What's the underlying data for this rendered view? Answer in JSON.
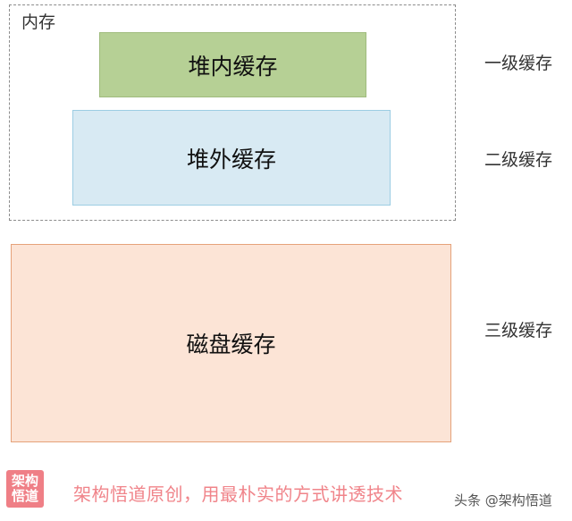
{
  "diagram": {
    "memory_label": "内存",
    "boxes": {
      "heap": "堆内缓存",
      "offheap": "堆外缓存",
      "disk": "磁盘缓存"
    },
    "levels": [
      "一级缓存",
      "二级缓存",
      "三级缓存"
    ]
  },
  "footer": {
    "logo_text": "架构悟道",
    "slogan": "架构悟道原创，用最朴实的方式讲透技术",
    "credit": "头条 @架构悟道"
  },
  "colors": {
    "heap": "#b6d095",
    "offheap": "#d8eaf3",
    "disk": "#fce4d6",
    "disk_border": "#e5a27a",
    "brand_pink": "#ef7f86"
  }
}
